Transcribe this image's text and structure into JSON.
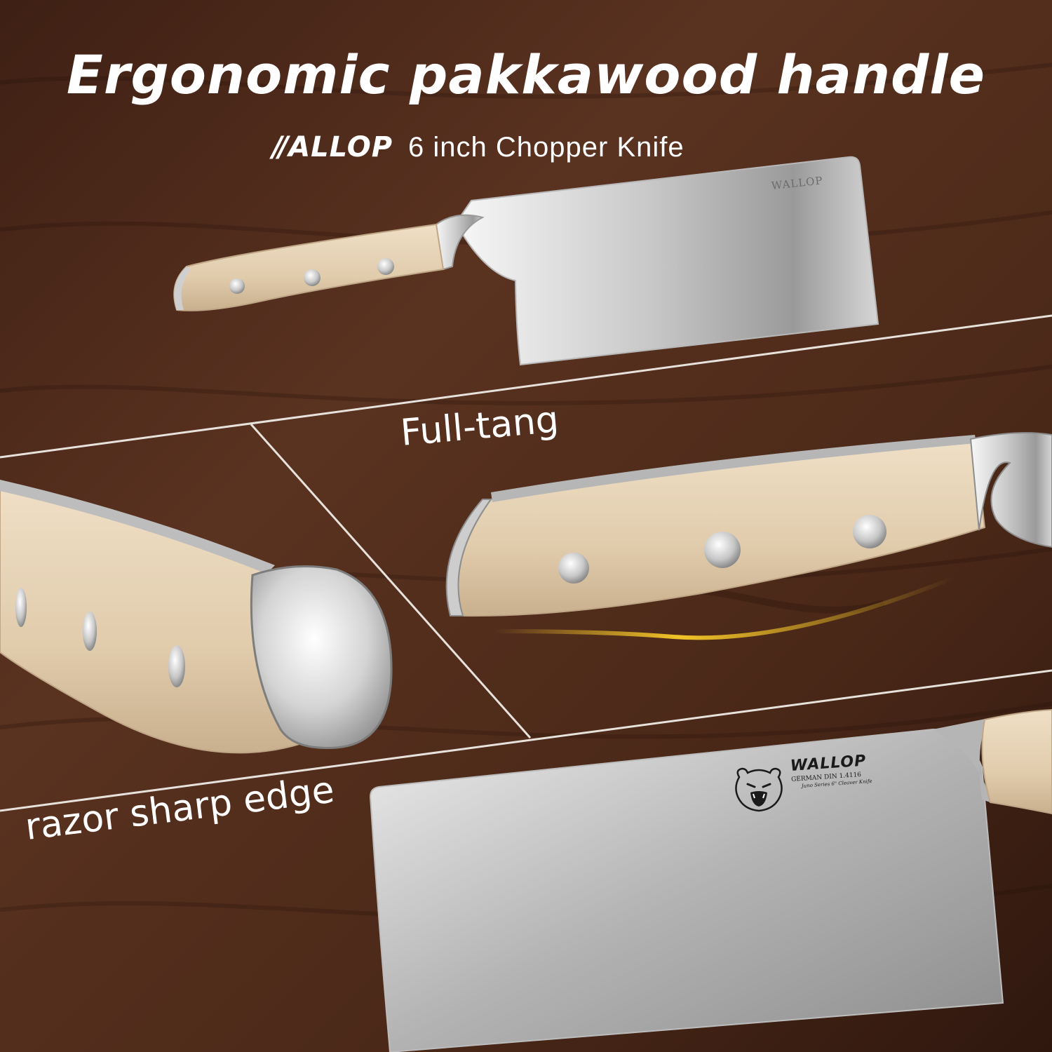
{
  "headline": "Ergonomic pakkawood handle",
  "brand": {
    "mark": "//",
    "name": "ALLOP"
  },
  "product_name": "6 inch Chopper Knife",
  "blade_engraving_top": "WALLOP",
  "features": {
    "full_tang": "Full-tang",
    "edge": "razor sharp edge"
  },
  "blade_engraving_bottom": {
    "brand": "WALLOP",
    "steel": "GERMAN DIN 1.4116",
    "series": "Juno Series 6\" Cleaver Knife"
  },
  "icons": [
    "bear-head-icon"
  ],
  "colors": {
    "wood_dark": "#3e2014",
    "wood_mid": "#5a3220",
    "handle": "#e6d3b6",
    "steel_light": "#f4f4f4",
    "steel_dark": "#8d8d8d",
    "divider": "#e8e2dc",
    "accent_curve": "#f2c428",
    "text": "#ffffff"
  }
}
